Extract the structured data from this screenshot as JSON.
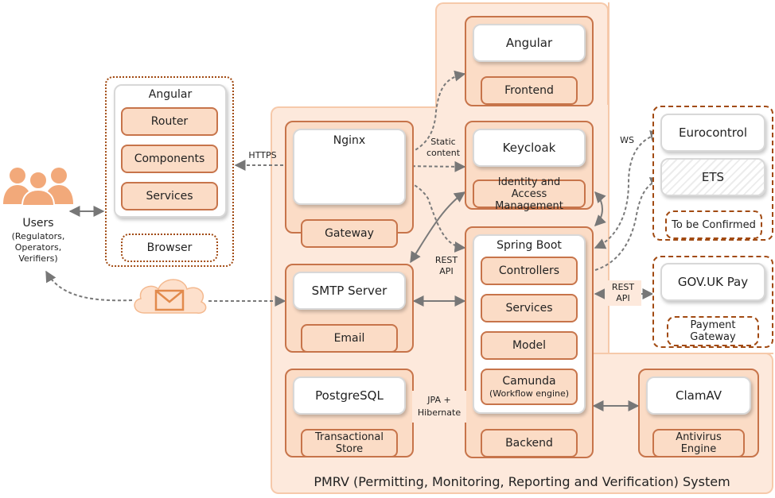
{
  "system_title": "PMRV (Permitting, Monitoring, Reporting and Verification) System",
  "users": {
    "title": "Users",
    "subtitle": "(Regulators,\nOperators,\nVerifiers)"
  },
  "browser": {
    "label": "Browser",
    "app": "Angular",
    "items": [
      "Router",
      "Components",
      "Services"
    ]
  },
  "frontend": {
    "label": "Frontend",
    "inner": "Angular"
  },
  "gateway": {
    "label": "Gateway",
    "inner": "Nginx"
  },
  "iam": {
    "label": "Identity and Access Management",
    "inner": "Keycloak"
  },
  "email": {
    "label": "Email",
    "inner": "SMTP Server"
  },
  "store": {
    "label": "Transactional Store",
    "inner": "PostgreSQL"
  },
  "backend": {
    "label": "Backend",
    "inner": "Spring Boot",
    "items": [
      "Controllers",
      "Services",
      "Model"
    ],
    "camunda": "Camunda",
    "camunda_sub": "(Workflow engine)"
  },
  "antivirus": {
    "label": "Antivirus Engine",
    "inner": "ClamAV"
  },
  "external_tbc": {
    "items": [
      "Eurocontrol",
      "ETS"
    ],
    "label": "To be Confirmed"
  },
  "payment": {
    "label": "Payment Gateway",
    "inner": "GOV.UK Pay"
  },
  "labels": {
    "https": "HTTPS",
    "static_content": "Static\ncontent",
    "rest_api_left": "REST\nAPI",
    "ws": "WS",
    "rest_api_right": "REST\nAPI",
    "jpa": "JPA +\nHibernate"
  },
  "colors": {
    "region_fill": "#fde9dc",
    "component_fill": "#fbdcc6",
    "component_border": "#c7744a",
    "dashed_border": "#a14a12",
    "connector": "#777777",
    "users_icon": "#f2a97a"
  }
}
